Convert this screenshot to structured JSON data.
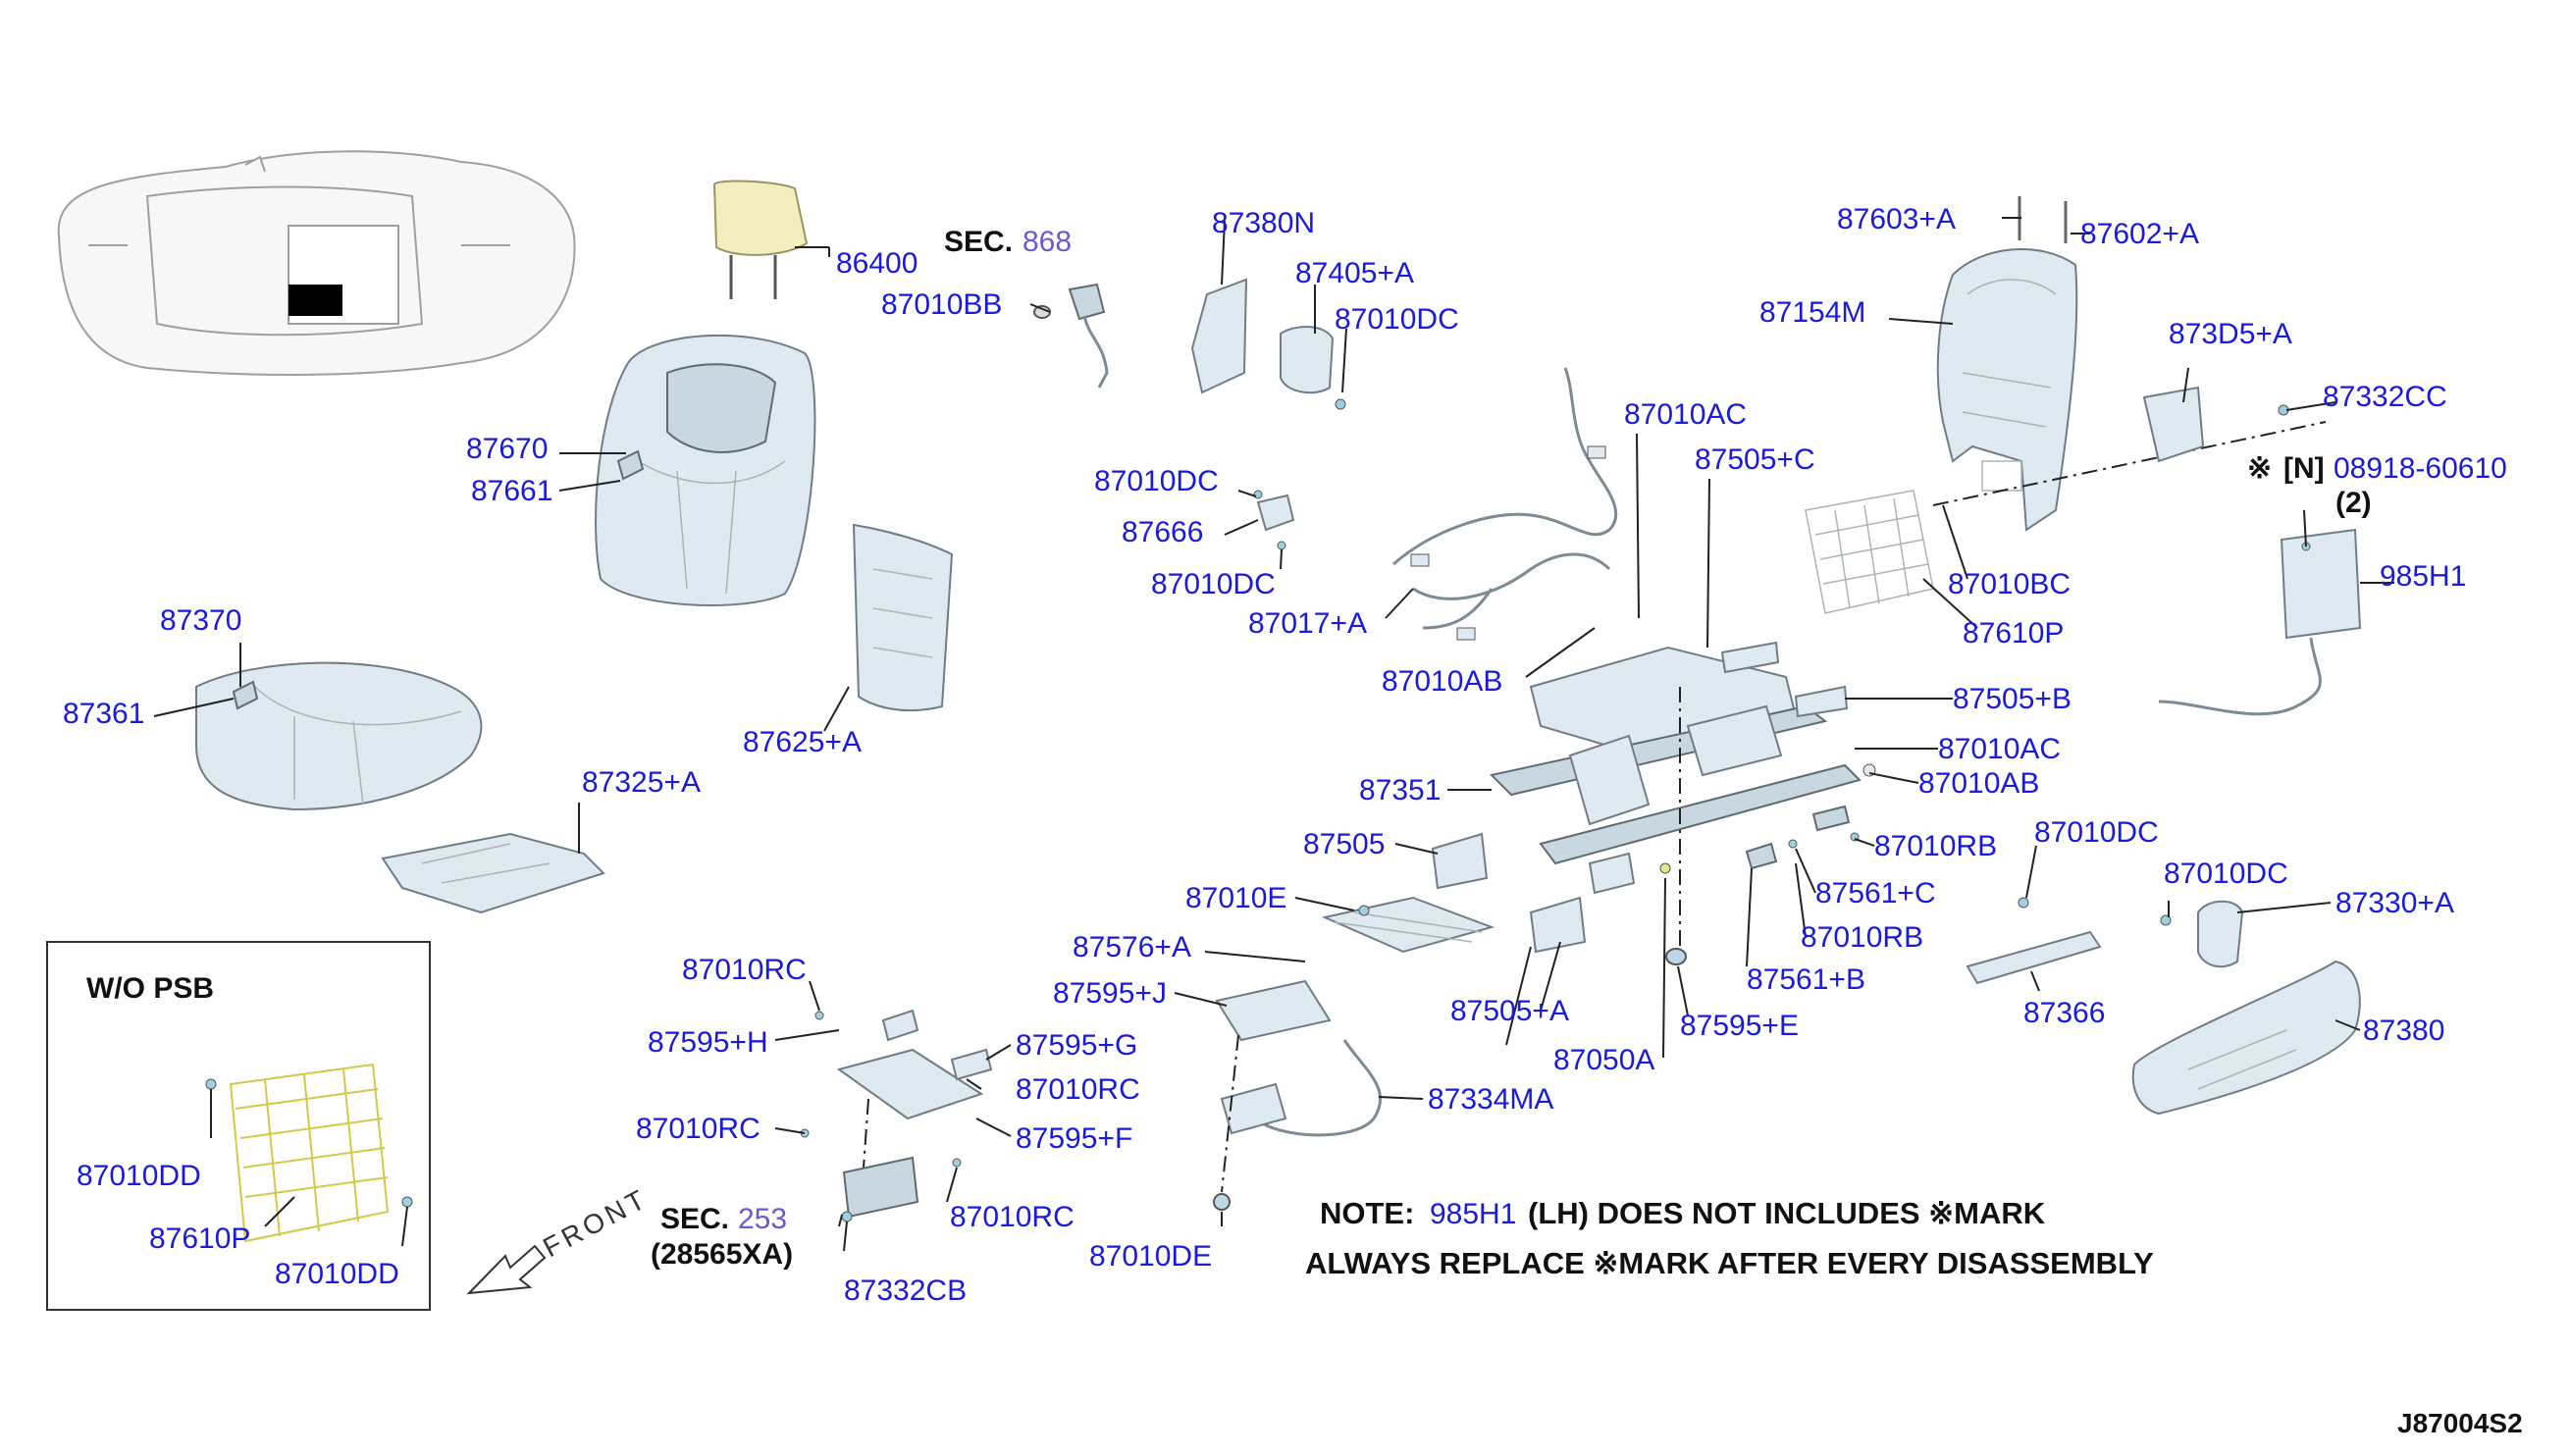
{
  "diagram_code": "J87004S2",
  "labels": {
    "l86400": "86400",
    "sec868_prefix": "SEC.",
    "sec868_num": "868",
    "l87010BB": "87010BB",
    "l87380N": "87380N",
    "l87405A": "87405+A",
    "l87010DC_a": "87010DC",
    "l87010DC_b": "87010DC",
    "l87666": "87666",
    "l87010DC_c": "87010DC",
    "l87017A": "87017+A",
    "l87010AC_a": "87010AC",
    "l87505C": "87505+C",
    "l87010AB_a": "87010AB",
    "l87603A": "87603+A",
    "l87602A": "87602+A",
    "l87154M": "87154M",
    "l873D5A": "873D5+A",
    "l87332CC": "87332CC",
    "n_mark": "※",
    "n_bracket": "[N]",
    "l08918": "08918-60610",
    "qty2": "(2)",
    "l985H1": "985H1",
    "l87010BC": "87010BC",
    "l87610P_a": "87610P",
    "l87670": "87670",
    "l87661": "87661",
    "l87370": "87370",
    "l87361": "87361",
    "l87625A": "87625+A",
    "l87325A": "87325+A",
    "l87505B": "87505+B",
    "l87010AC_b": "87010AC",
    "l87010AB_b": "87010AB",
    "l87351": "87351",
    "l87505": "87505",
    "l87010RB_a": "87010RB",
    "l87561C": "87561+C",
    "l87010RB_b": "87010RB",
    "l87561B": "87561+B",
    "l87010E": "87010E",
    "l87576A": "87576+A",
    "l87595J": "87595+J",
    "l87505A": "87505+A",
    "l87050A": "87050A",
    "l87595E": "87595+E",
    "l87010DC_d": "87010DC",
    "l87010DC_e": "87010DC",
    "l87330A": "87330+A",
    "l87366": "87366",
    "l87380": "87380",
    "wopsb": "W/O PSB",
    "l87010DD_a": "87010DD",
    "l87610P_b": "87610P",
    "l87010DD_b": "87010DD",
    "front": "FRONT",
    "l87010RC_a": "87010RC",
    "l87595H": "87595+H",
    "l87010RC_b": "87010RC",
    "l87595G": "87595+G",
    "l87010RC_c": "87010RC",
    "l87595F": "87595+F",
    "l87010RC_d": "87010RC",
    "sec253_prefix": "SEC.",
    "sec253_num": "253",
    "l28565XA": "(28565XA)",
    "l87332CB": "87332CB",
    "l87334MA": "87334MA",
    "l87010DE": "87010DE"
  },
  "notes": {
    "note_prefix": "NOTE:",
    "note_part": "985H1",
    "note_rest": "(LH) DOES NOT INCLUDES ※MARK",
    "line2": "ALWAYS REPLACE ※MARK AFTER EVERY DISASSEMBLY"
  },
  "colors": {
    "label_blue": "#1a1adb",
    "text_black": "#111111",
    "part_fill": "#dfeaf0",
    "highlight_yellow": "#f3eec0"
  }
}
